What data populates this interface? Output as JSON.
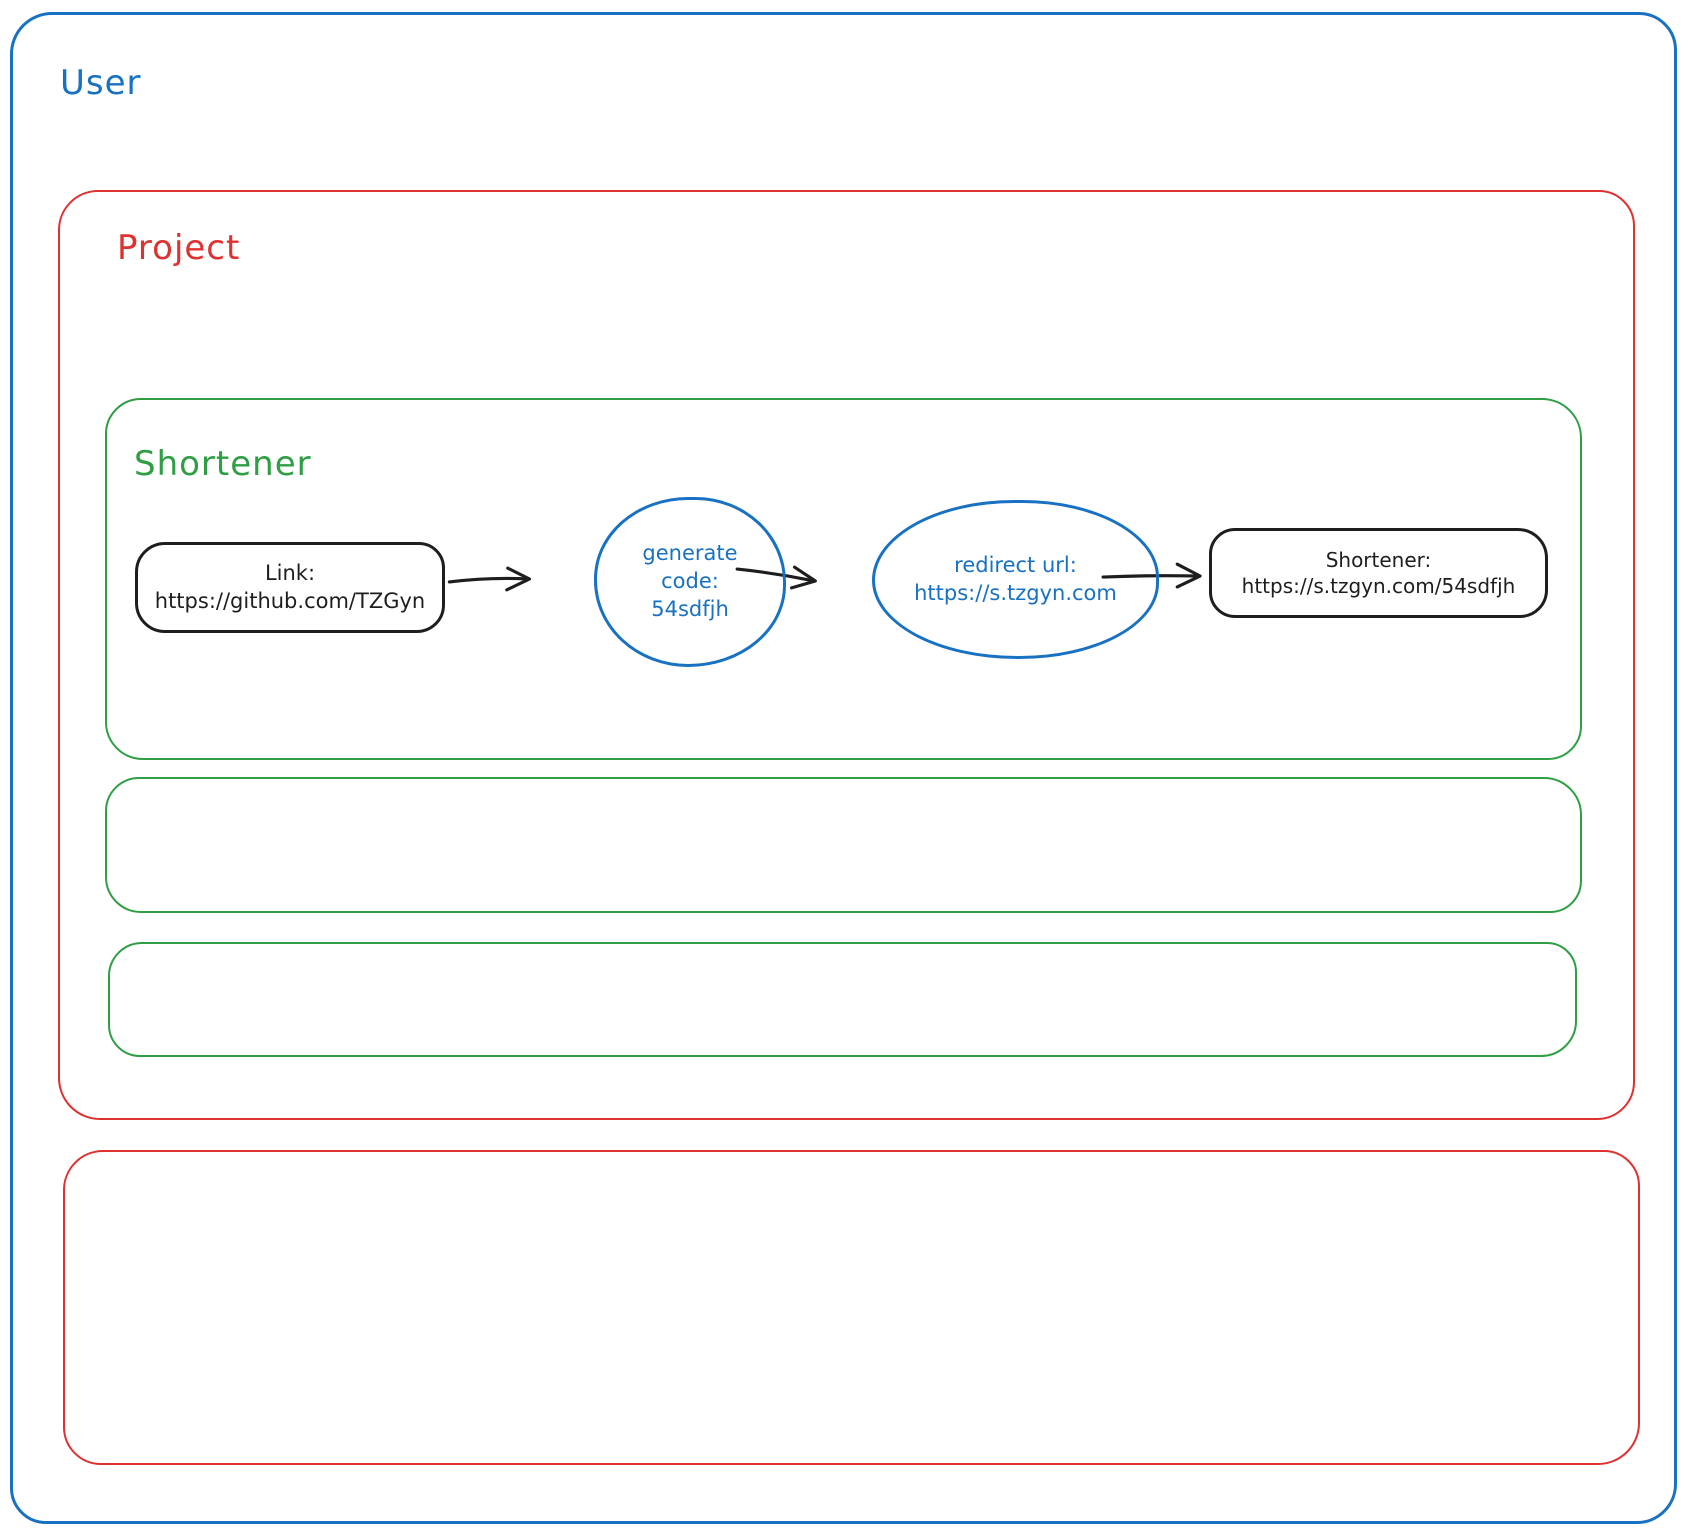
{
  "diagram": {
    "user_frame": {
      "label": "User"
    },
    "project_frame": {
      "label": "Project"
    },
    "shortener_frame": {
      "label": "Shortener"
    },
    "nodes": {
      "link": {
        "title": "Link:",
        "url": "https://github.com/TZGyn"
      },
      "generate_code": {
        "line1": "generate",
        "line2": "code:",
        "line3": "54sdfjh"
      },
      "redirect_url": {
        "title": "redirect url:",
        "url": "https://s.tzgyn.com"
      },
      "shortener_result": {
        "title": "Shortener:",
        "url": "https://s.tzgyn.com/54sdfjh"
      }
    },
    "colors": {
      "blue": "#1971c2",
      "red": "#e03131",
      "green": "#2f9e44",
      "black": "#1e1e1e"
    }
  }
}
